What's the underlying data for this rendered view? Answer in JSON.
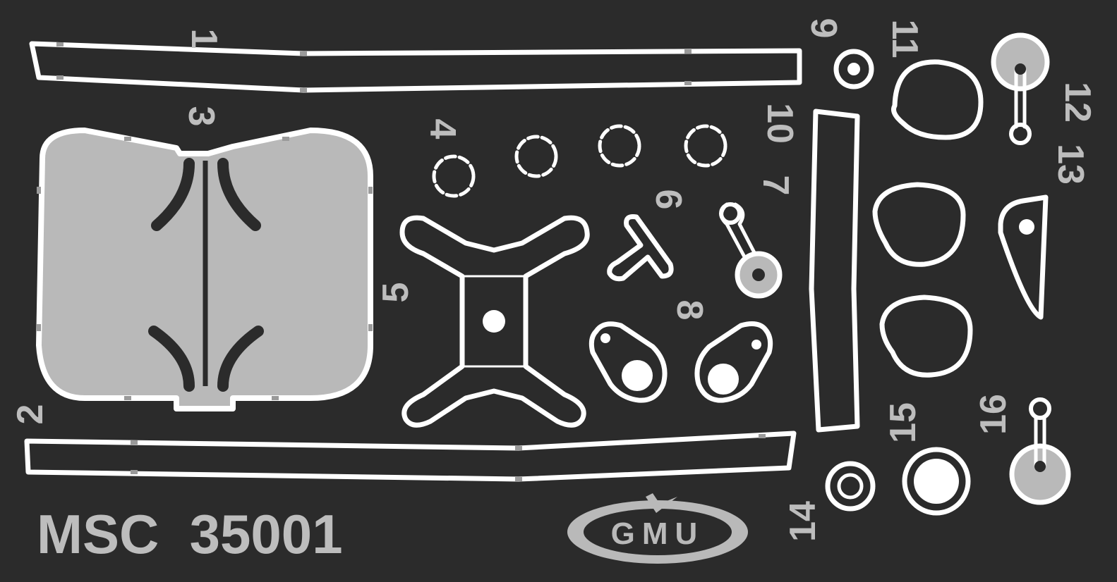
{
  "sheet": {
    "colors": {
      "background": "#2b2b2b",
      "outline": "#ffffff",
      "fill": "#b9b9b9",
      "label": "#bdbdbd"
    },
    "labels": [
      "1",
      "2",
      "3",
      "4",
      "5",
      "6",
      "7",
      "8",
      "9",
      "10",
      "11",
      "12",
      "13",
      "14",
      "15",
      "16"
    ],
    "product_code": "MSC  35001",
    "logo": {
      "text": "GMU"
    }
  }
}
